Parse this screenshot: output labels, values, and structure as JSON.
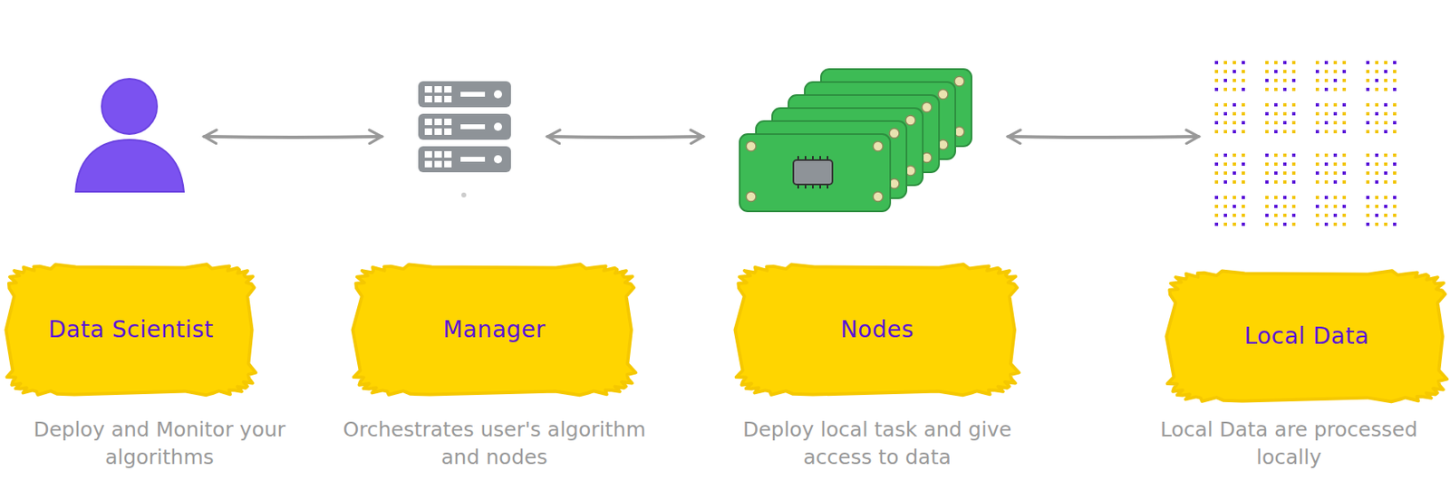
{
  "diagram": {
    "nodes": [
      {
        "text": [
          "Data Scientist",
          "Deploy and Monitor your algorithms"
        ]
      },
      {
        "text": [
          "Manager",
          "Orchestrates user's algorithm and nodes"
        ]
      },
      {
        "text": [
          "Nodes",
          "Deploy local task and give access to data"
        ]
      },
      {
        "text": [
          "Local Data",
          "Local Data are processed locally"
        ]
      }
    ],
    "edges": [
      {
        "from": 0,
        "to": 1,
        "arrow": "both"
      },
      {
        "from": 1,
        "to": 2,
        "arrow": "both"
      },
      {
        "from": 2,
        "to": 3,
        "arrow": "both"
      }
    ]
  }
}
